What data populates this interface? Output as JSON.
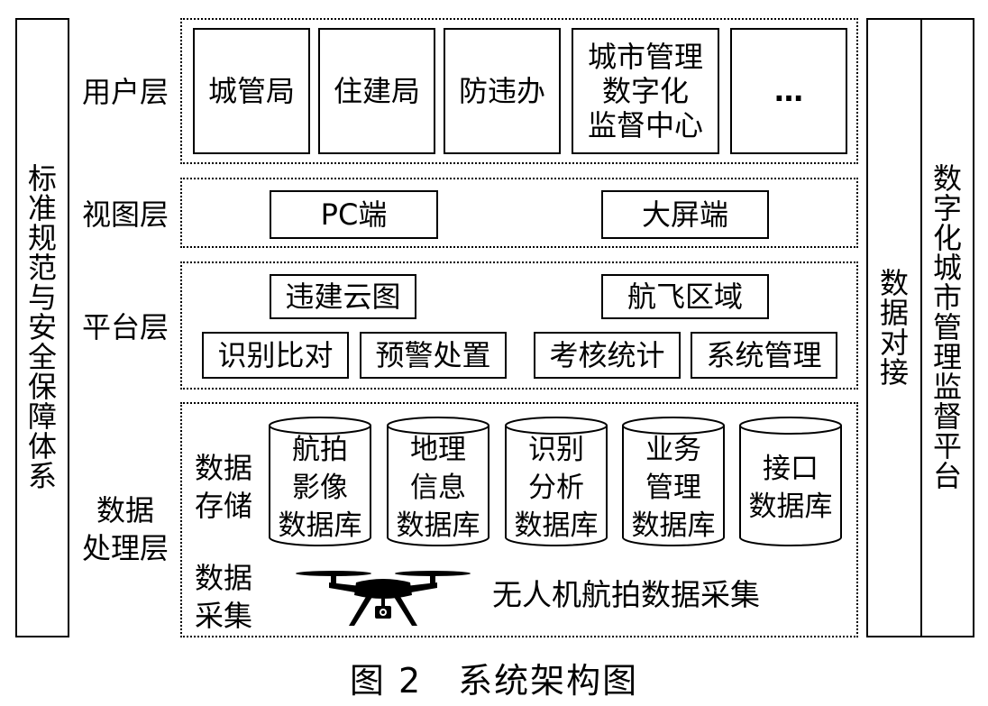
{
  "left_pillar": "标准规范与安全保障体系",
  "right_outer": "数字化城市管理监督平台",
  "right_inner": "数据对接",
  "user_layer": {
    "label": "用户层",
    "boxes": [
      "城管局",
      "住建局",
      "防违办",
      "城市管理\n数字化\n监督中心",
      "…"
    ]
  },
  "view_layer": {
    "label": "视图层",
    "boxes": [
      "PC端",
      "大屏端"
    ]
  },
  "platform_layer": {
    "label": "平台层",
    "top": [
      "违建云图",
      "航飞区域"
    ],
    "bottom": [
      "识别比对",
      "预警处置",
      "考核统计",
      "系统管理"
    ]
  },
  "data_layer": {
    "label": "数据\n处理层",
    "storage_label": "数据\n存储",
    "collect_label": "数据\n采集",
    "databases": [
      "航拍\n影像\n数据库",
      "地理\n信息\n数据库",
      "识别\n分析\n数据库",
      "业务\n管理\n数据库",
      "接口\n数据库"
    ],
    "collect_text": "无人机航拍数据采集",
    "drone_icon": "drone-icon"
  },
  "caption": "图 2　系统架构图"
}
